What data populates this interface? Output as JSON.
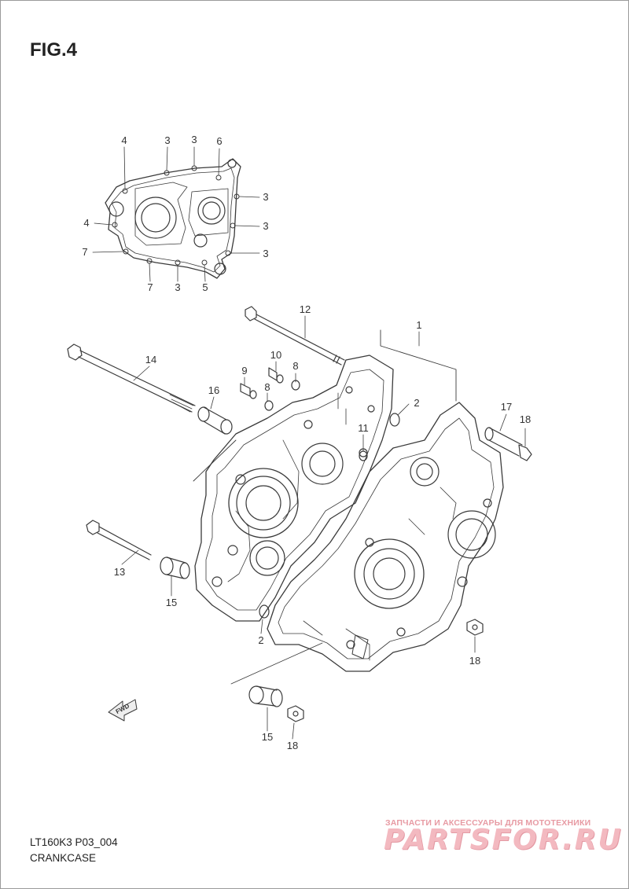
{
  "figure": {
    "title": "FIG.4"
  },
  "footer": {
    "model_code": "LT160K3 P03_004",
    "caption": "CRANKCASE"
  },
  "watermark": {
    "tagline": "ЗАПЧАСТИ И АКСЕССУАРЫ ДЛЯ МОТОТЕХНИКИ",
    "logo": "PARTSFOR.RU"
  },
  "arrow": {
    "label": "FWD"
  },
  "gasket_callouts": [
    "4",
    "3",
    "3",
    "6",
    "3",
    "4",
    "3",
    "7",
    "3",
    "7",
    "3",
    "5"
  ],
  "parts_callouts": [
    "12",
    "1",
    "14",
    "10",
    "8",
    "9",
    "8",
    "16",
    "2",
    "11",
    "17",
    "18",
    "13",
    "15",
    "2",
    "18",
    "15",
    "18"
  ],
  "colors": {
    "line": "#3a3a3a",
    "watermark": "#e0707f"
  }
}
